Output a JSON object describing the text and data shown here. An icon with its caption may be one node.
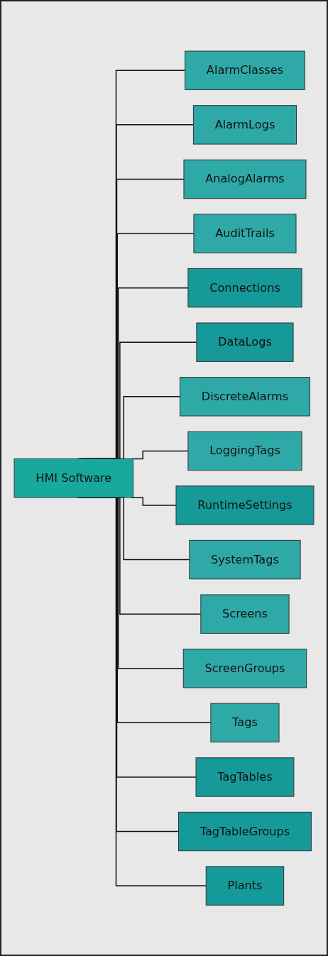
{
  "diagram": {
    "nodes": [
      {
        "text": [
          "HMI Software"
        ]
      },
      {
        "text": [
          "AlarmClasses"
        ]
      },
      {
        "text": [
          "AlarmLogs"
        ]
      },
      {
        "text": [
          "AnalogAlarms"
        ]
      },
      {
        "text": [
          "AuditTrails"
        ]
      },
      {
        "text": [
          "Connections"
        ]
      },
      {
        "text": [
          "DataLogs"
        ]
      },
      {
        "text": [
          "DiscreteAlarms"
        ]
      },
      {
        "text": [
          "LoggingTags"
        ]
      },
      {
        "text": [
          "RuntimeSettings"
        ]
      },
      {
        "text": [
          "SystemTags"
        ]
      },
      {
        "text": [
          "Screens"
        ]
      },
      {
        "text": [
          "ScreenGroups"
        ]
      },
      {
        "text": [
          "Tags"
        ]
      },
      {
        "text": [
          "TagTables"
        ]
      },
      {
        "text": [
          "TagTableGroups"
        ]
      },
      {
        "text": [
          "Plants"
        ]
      }
    ],
    "edges": [
      {
        "from": 0,
        "to": 1,
        "arrow": "none"
      },
      {
        "from": 0,
        "to": 2,
        "arrow": "none"
      },
      {
        "from": 0,
        "to": 3,
        "arrow": "none"
      },
      {
        "from": 0,
        "to": 4,
        "arrow": "none"
      },
      {
        "from": 0,
        "to": 5,
        "arrow": "none"
      },
      {
        "from": 0,
        "to": 6,
        "arrow": "none"
      },
      {
        "from": 0,
        "to": 7,
        "arrow": "none"
      },
      {
        "from": 0,
        "to": 8,
        "arrow": "none"
      },
      {
        "from": 0,
        "to": 9,
        "arrow": "none"
      },
      {
        "from": 0,
        "to": 10,
        "arrow": "none"
      },
      {
        "from": 0,
        "to": 11,
        "arrow": "none"
      },
      {
        "from": 0,
        "to": 12,
        "arrow": "none"
      },
      {
        "from": 0,
        "to": 13,
        "arrow": "none"
      },
      {
        "from": 0,
        "to": 14,
        "arrow": "none"
      },
      {
        "from": 0,
        "to": 15,
        "arrow": "none"
      },
      {
        "from": 0,
        "to": 16,
        "arrow": "none"
      }
    ]
  }
}
